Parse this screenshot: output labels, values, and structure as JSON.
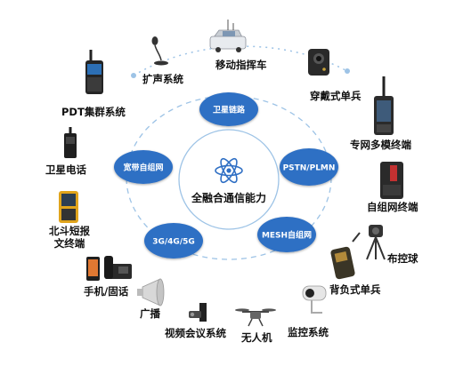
{
  "center": {
    "label": "全融合通信能力",
    "icon": "atom-icon"
  },
  "capabilities": {
    "satellite": "卫星链路",
    "pstn": "PSTN/PLMN",
    "mesh": "MESH自组网",
    "mobile": "3G/4G/5G",
    "broadband": "宽带自组网"
  },
  "devices": {
    "vehicle": "移动指挥车",
    "body_cam": "穿戴式单兵",
    "multimode": "专网多模终端",
    "adhoc": "自组网终端",
    "deploy_ball": "布控球",
    "backpack": "背负式单兵",
    "monitor": "监控系统",
    "drone": "无人机",
    "video_conf": "视频会议系统",
    "broadcast": "广播",
    "phone": "手机/固话",
    "beidou": "北斗短报\n文终端",
    "sat_phone": "卫星电话",
    "pdt": "PDT集群系统",
    "pa": "扩声系统"
  },
  "colors": {
    "node": "#2f6fc4",
    "ring": "#9dc3e6",
    "accent": "#2f6fc4"
  }
}
